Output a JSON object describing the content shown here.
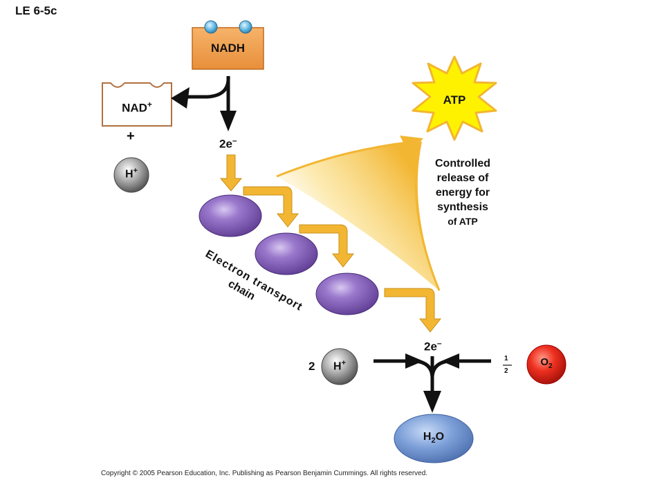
{
  "figure_id": "LE 6-5c",
  "nadh": {
    "label": "NADH"
  },
  "nad": {
    "label": "NAD",
    "charge": "+"
  },
  "plus_sign": "+",
  "proton_top": {
    "label": "H",
    "charge": "+"
  },
  "electrons_in": {
    "label": "2e",
    "charge": "–"
  },
  "atp": {
    "label": "ATP"
  },
  "release_caption": [
    "Controlled",
    "release of",
    "energy for",
    "synthesis",
    "of ATP"
  ],
  "chain_label": [
    "Electron transport",
    "chain"
  ],
  "electrons_out": {
    "label": "2e",
    "charge": "–"
  },
  "proton_bottom": {
    "coefficient": "2",
    "label": "H",
    "charge": "+"
  },
  "oxygen": {
    "coefficient_num": "1",
    "coefficient_den": "2",
    "label": "O",
    "subscript": "2"
  },
  "water": {
    "label_h": "H",
    "subscript": "2",
    "label_o": "O"
  },
  "copyright": "Copyright © 2005 Pearson Education, Inc. Publishing as Pearson Benjamin Cummings. All rights reserved.",
  "colors": {
    "nadh_box": "#f0a050",
    "carrier": "#7b55b0",
    "arrow_yellow": "#f2b632",
    "atp_burst": "#fff200",
    "oxygen": "#e8281c",
    "proton": "#6e6e6e",
    "water": "#6f93cf"
  }
}
